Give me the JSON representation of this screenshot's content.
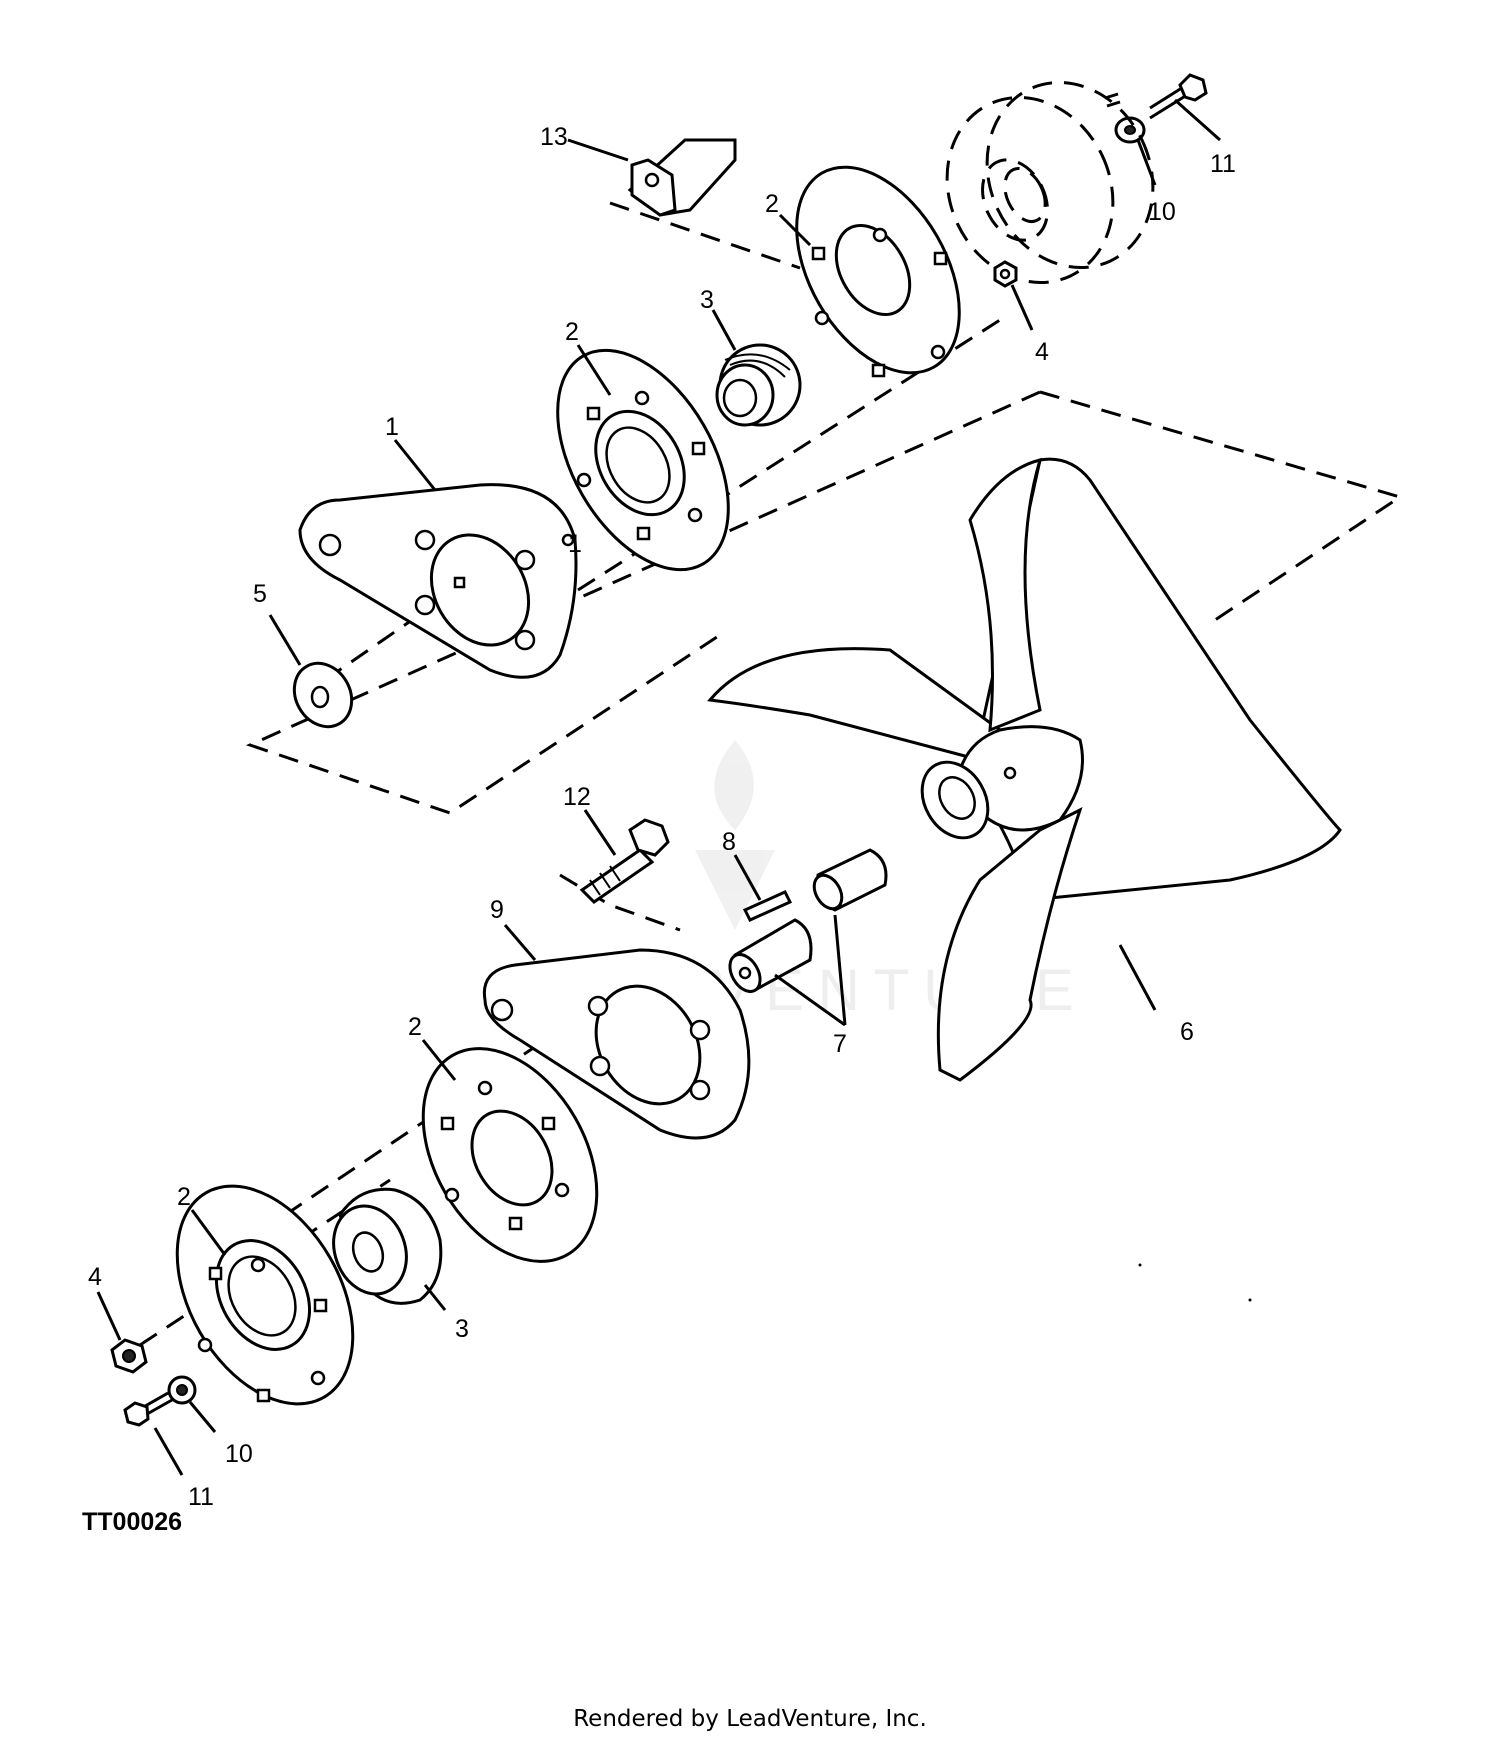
{
  "diagram": {
    "figure_code": "TT00026",
    "watermark": "LEADVENTURE",
    "callouts": [
      {
        "id": "c13",
        "text": "13"
      },
      {
        "id": "c11a",
        "text": "11"
      },
      {
        "id": "c10a",
        "text": "10"
      },
      {
        "id": "c2a",
        "text": "2"
      },
      {
        "id": "c3a",
        "text": "3"
      },
      {
        "id": "c4a",
        "text": "4"
      },
      {
        "id": "c2b",
        "text": "2"
      },
      {
        "id": "c1a",
        "text": "1"
      },
      {
        "id": "c1b",
        "text": "1"
      },
      {
        "id": "c5",
        "text": "5"
      },
      {
        "id": "c12",
        "text": "12"
      },
      {
        "id": "c8",
        "text": "8"
      },
      {
        "id": "c9",
        "text": "9"
      },
      {
        "id": "c2c",
        "text": "2"
      },
      {
        "id": "c7",
        "text": "7"
      },
      {
        "id": "c6",
        "text": "6"
      },
      {
        "id": "c2d",
        "text": "2"
      },
      {
        "id": "c4b",
        "text": "4"
      },
      {
        "id": "c3b",
        "text": "3"
      },
      {
        "id": "c10b",
        "text": "10"
      },
      {
        "id": "c11b",
        "text": "11"
      }
    ]
  },
  "footer": {
    "credit": "Rendered by LeadVenture, Inc."
  }
}
